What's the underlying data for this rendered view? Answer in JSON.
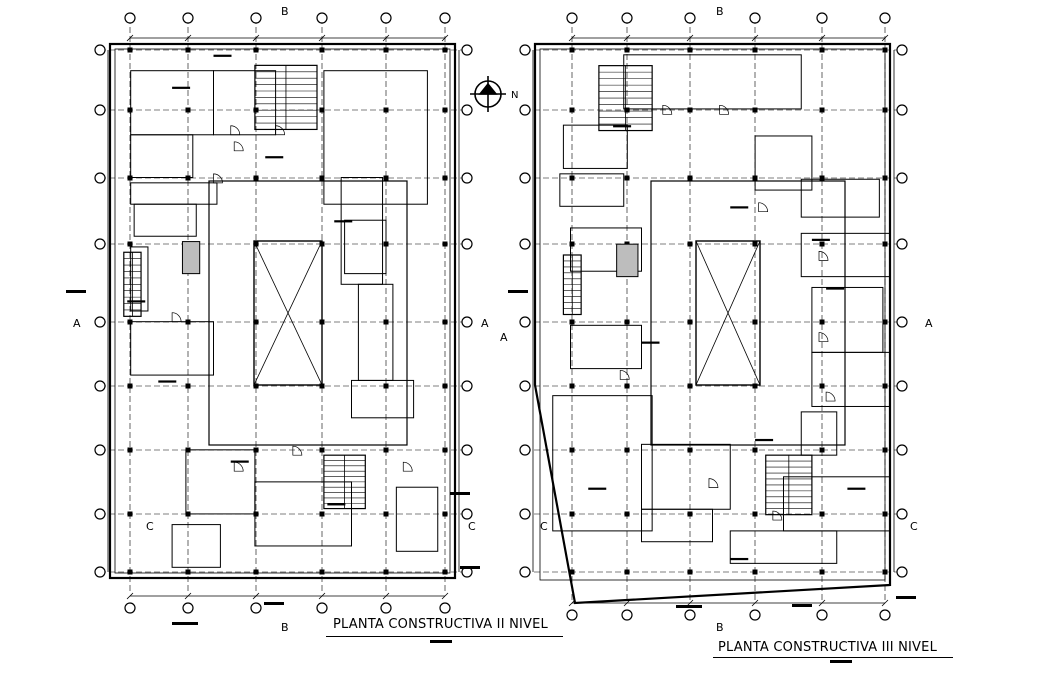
{
  "plans": [
    {
      "title": "PLANTA CONSTRUCTIVA II NIVEL"
    },
    {
      "title": "PLANTA CONSTRUCTIVA III NIVEL"
    }
  ],
  "section_marks": {
    "a": "A",
    "b": "B",
    "c": "C"
  },
  "north_arrow": {
    "label": "N",
    "icon": "north-arrow-icon"
  },
  "colors": {
    "ink": "#000000",
    "paper": "#ffffff",
    "fill_gray": "#bdbdbd"
  }
}
